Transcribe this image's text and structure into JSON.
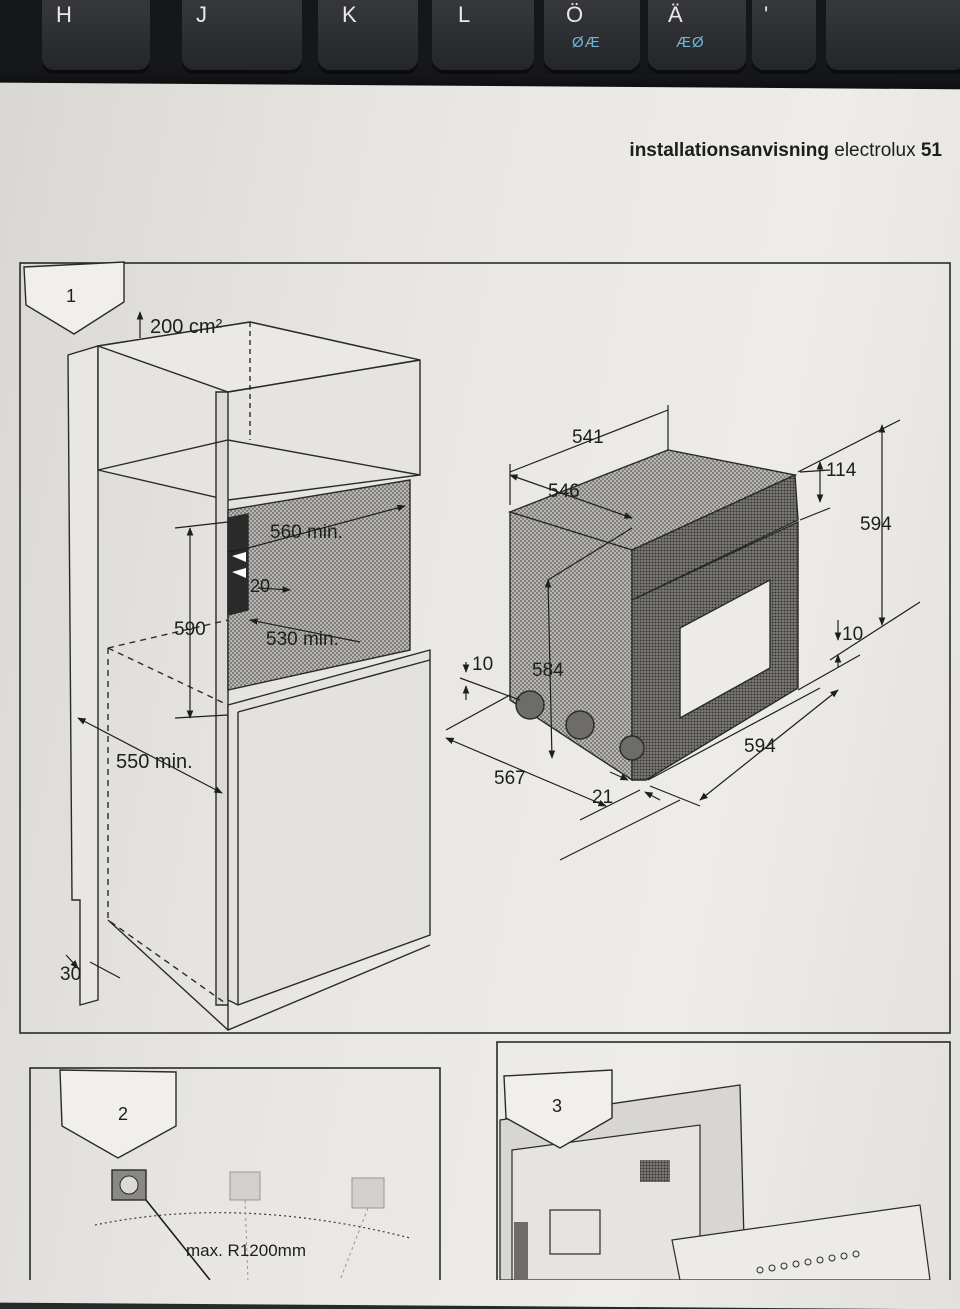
{
  "keyboard": {
    "keys": [
      {
        "label": "H",
        "alt": ""
      },
      {
        "label": "J",
        "alt": ""
      },
      {
        "label": "K",
        "alt": ""
      },
      {
        "label": "L",
        "alt": ""
      },
      {
        "label": "Ö",
        "alt": "ØÆ"
      },
      {
        "label": "Ä",
        "alt": "ÆØ"
      },
      {
        "label": "'",
        "alt": ""
      }
    ]
  },
  "header": {
    "section": "installationsanvisning",
    "brand": "electrolux",
    "page_number": "51"
  },
  "figure1": {
    "number": "1",
    "cabinet": {
      "vent": "200 cm²",
      "width_min": "560 min.",
      "gap": "20",
      "height": "590",
      "depth_min": "530 min.",
      "side_depth_min": "550 min.",
      "plinth": "30"
    },
    "oven": {
      "top_width": "541",
      "top_depth": "546",
      "control_height": "114",
      "total_height": "594",
      "body_height": "584",
      "foot_clearance_left": "10",
      "foot_clearance_right": "10",
      "depth": "567",
      "front_thickness": "21",
      "front_width": "594"
    }
  },
  "figure2": {
    "number": "2",
    "label": "max. R1200mm"
  },
  "figure3": {
    "number": "3"
  }
}
